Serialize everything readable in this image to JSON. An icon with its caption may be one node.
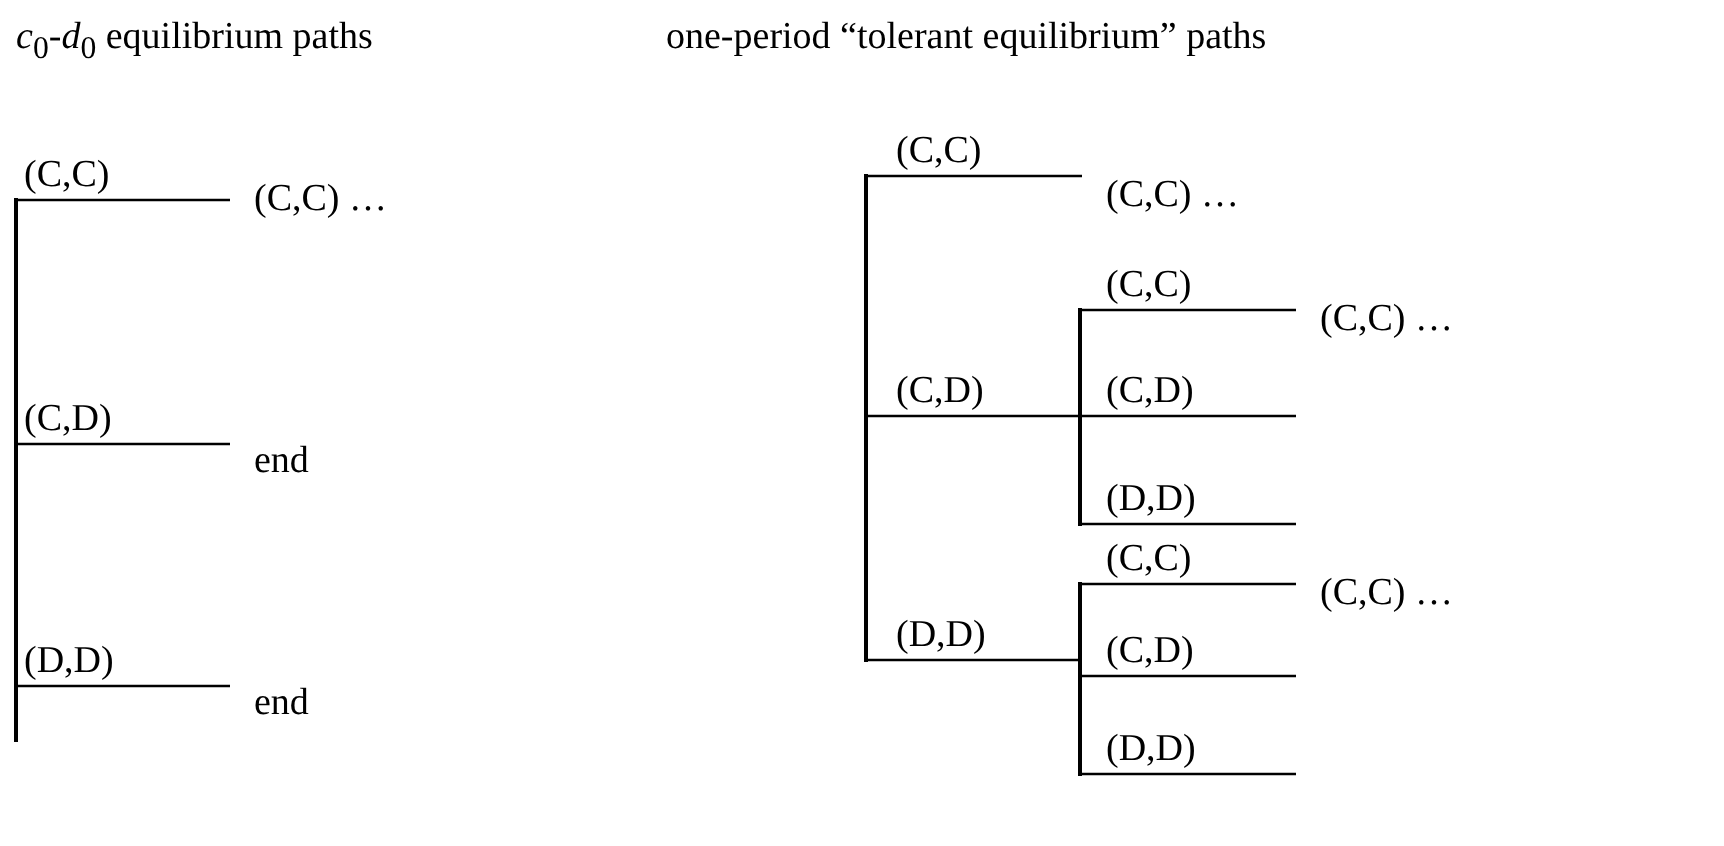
{
  "diagram": {
    "nodes": [
      {
        "text": [],
        "shape": "line"
      },
      {
        "text": [
          "(C,C) …"
        ]
      },
      {
        "text": [
          "end"
        ]
      },
      {
        "text": [
          "end"
        ]
      },
      {
        "text": [],
        "shape": "line"
      },
      {
        "text": [
          "(C,C) …"
        ]
      },
      {
        "text": [],
        "shape": "line"
      },
      {
        "text": [
          "(C,C) …"
        ]
      },
      {
        "text": [],
        "shape": "line"
      },
      {
        "text": [
          "(C,C) …"
        ]
      }
    ],
    "edges": [
      {
        "from": 0,
        "to": 1,
        "arrow": "none",
        "label": "(C,C)"
      },
      {
        "from": 0,
        "to": 2,
        "arrow": "none",
        "label": "(C,D)"
      },
      {
        "from": 0,
        "to": 3,
        "arrow": "none",
        "label": "(D,D)"
      },
      {
        "from": 4,
        "to": 5,
        "arrow": "none",
        "label": "(C,C)"
      },
      {
        "from": 4,
        "to": 6,
        "arrow": "none",
        "label": "(C,D)"
      },
      {
        "from": 4,
        "to": 8,
        "arrow": "none",
        "label": "(D,D)"
      },
      {
        "from": 6,
        "to": 7,
        "arrow": "none",
        "label": "(C,C)"
      },
      {
        "from": 6,
        "to": null,
        "arrow": "none",
        "label": "(C,D)"
      },
      {
        "from": 6,
        "to": null,
        "arrow": "none",
        "label": "(D,D)"
      },
      {
        "from": 8,
        "to": 9,
        "arrow": "none",
        "label": "(C,C)"
      },
      {
        "from": 8,
        "to": null,
        "arrow": "none",
        "label": "(C,D)"
      },
      {
        "from": 8,
        "to": null,
        "arrow": "none",
        "label": "(D,D)"
      }
    ],
    "labels": [
      "*c*$_{0}$-*d*$_{0}$ equilibrium paths",
      "one-period “tolerant equilibrium” paths"
    ]
  }
}
